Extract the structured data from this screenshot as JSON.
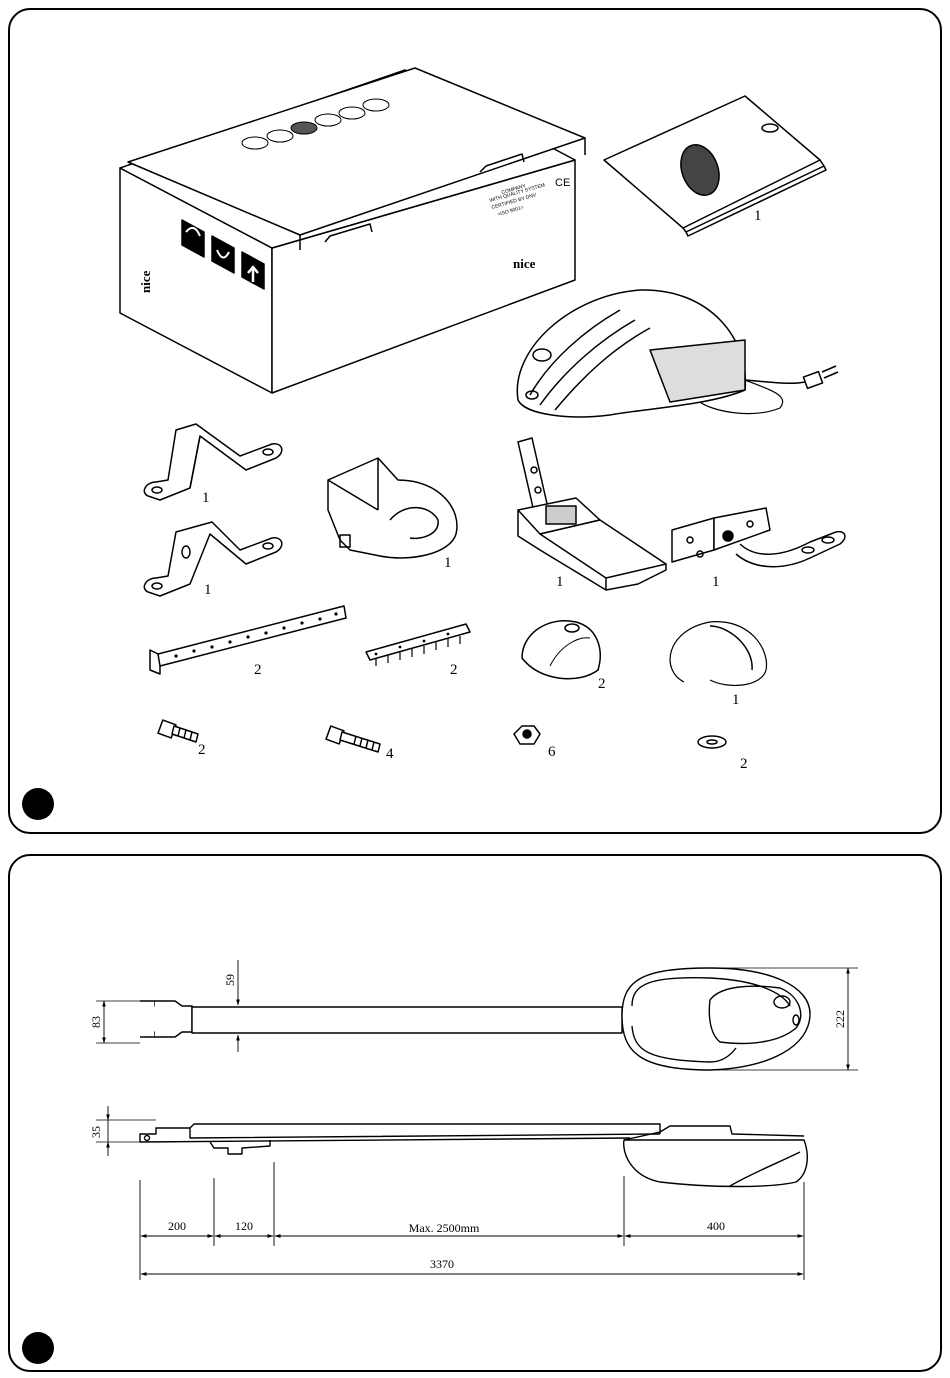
{
  "figure1": {
    "marker": "figure-1-marker",
    "box": {
      "brand": "nice",
      "ce_mark": "CE",
      "cert_lines": [
        "COMPANY",
        "WITH QUALITY SYSTEM",
        "CERTIFIED BY DNV",
        "=ISO 9001="
      ]
    },
    "quantities": {
      "manual": "1",
      "bracket_a": "1",
      "bracket_b": "1",
      "cover": "1",
      "carriage": "1",
      "hinge_bracket": "1",
      "strap": "2",
      "cable_comb": "2",
      "dome": "2",
      "wire": "1",
      "short_screw": "2",
      "long_screw": "4",
      "nut": "6",
      "washer": "2"
    }
  },
  "figure2": {
    "marker": "figure-2-marker",
    "dimensions": {
      "rail_height": "83",
      "rail_width": "59",
      "motor_width": "222",
      "profile_height": "35",
      "seg_front": "200",
      "seg_bracket": "120",
      "seg_rail": "Max. 2500mm",
      "seg_motor": "400",
      "total": "3370"
    }
  }
}
